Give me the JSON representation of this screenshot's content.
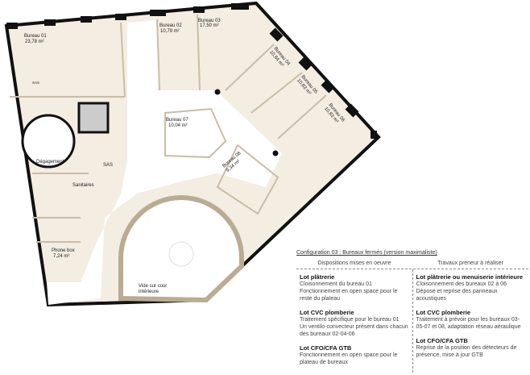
{
  "plan": {
    "rooms": [
      {
        "name": "Bureau 01",
        "area": "23,78 m²"
      },
      {
        "name": "Bureau 02",
        "area": "10,79 m²"
      },
      {
        "name": "Bureau 03",
        "area": "17,50 m²"
      },
      {
        "name": "Bureau 04",
        "area": "10,84 m²"
      },
      {
        "name": "Bureau 05",
        "area": "10,83 m²"
      },
      {
        "name": "Bureau 06",
        "area": "10,83 m²"
      },
      {
        "name": "Bureau 07",
        "area": "10,04 m²"
      },
      {
        "name": "Bureau 08",
        "area": "9,34 m²"
      },
      {
        "name": "Phone box",
        "area": "7,24 m²"
      }
    ],
    "labels": {
      "sas1": "SAS",
      "sas2": "SAS",
      "degagement": "Dégagement",
      "sanitaires": "Sanitaires",
      "vide1": "Vide sur cour",
      "vide2": "intérieure"
    },
    "colors": {
      "room": "#f3ede2",
      "wall": "#111111",
      "partition": "#c9bda8"
    }
  },
  "table": {
    "caption": "Configuration 03 : Bureaux fermés (version maximaliste)",
    "headers": [
      "Dispositions mises en oeuvre",
      "Travaux preneur à réaliser"
    ],
    "left": [
      {
        "title": "Lot plâtrerie",
        "lines": [
          "Cloisonnement du bureau 01",
          "Fonctionnement en open space pour le reste du plateau"
        ]
      },
      {
        "title": "Lot CVC plomberie",
        "lines": [
          "Traitement spécifique pour le bureau 01",
          "Un ventilo-convecteur présent dans chacun des bureaux 02-04-06"
        ]
      },
      {
        "title": "Lot CFO/CFA GTB",
        "lines": [
          "Fonctionnement en open space pour le plateau de bureaux"
        ]
      }
    ],
    "right": [
      {
        "title": "Lot plâtrerie ou menuiserie intérieure",
        "lines": [
          "Cloisonnement des bureaux 02 à 06",
          "Dépose et reprise des panneaux acoustiques"
        ]
      },
      {
        "title": "Lot CVC plomberie",
        "lines": [
          "Traitement à prévoir pour les bureaux 03-05-07 et 08, adaptation réseau aéraulique"
        ]
      },
      {
        "title": "Lot CFO/CFA GTB",
        "lines": [
          "Reprise de la position des détecteurs de présence, mise à jour GTB"
        ]
      }
    ]
  }
}
